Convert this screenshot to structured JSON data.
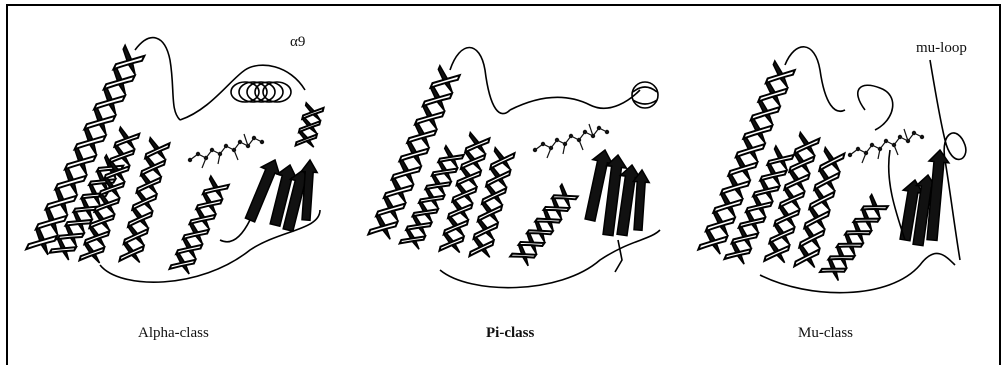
{
  "panels": [
    {
      "id": "alpha",
      "caption": "Alpha-class",
      "annotation": "α9"
    },
    {
      "id": "pi",
      "caption": "Pi-class",
      "annotation": ""
    },
    {
      "id": "mu",
      "caption": "Mu-class",
      "annotation": "mu-loop"
    }
  ],
  "colors": {
    "ink": "#111111",
    "background": "#ffffff"
  }
}
